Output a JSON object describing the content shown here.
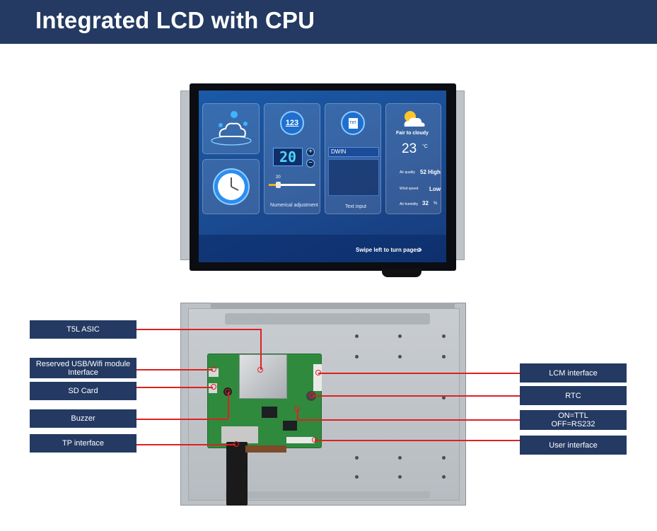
{
  "header": {
    "title": "Integrated LCD with CPU"
  },
  "screen": {
    "numeric_badge": "123",
    "numeric_value": "20",
    "slider_value": "20",
    "numeric_label": "Numerical adjustment",
    "text_badge": "TXT",
    "text_field_value": "DWIN",
    "text_label": "Text input",
    "weather": {
      "condition": "Fair to cloudy",
      "temperature": "23",
      "temp_unit": "°C",
      "air_quality_label": "Air quality",
      "air_quality_value": "52 High",
      "wind_label": "Wind speed",
      "wind_value": "Low",
      "humidity_label": "Air humidity",
      "humidity_value": "32",
      "humidity_unit": "%"
    },
    "swipe_text": "Swipe left to turn pages"
  },
  "callouts_left": [
    "T5L ASIC",
    "Reserved USB/Wifi module Interface",
    "SD Card",
    "Buzzer",
    "TP interface"
  ],
  "callouts_right": [
    "LCM interface",
    "RTC",
    "ON=TTL OFF=RS232",
    "User interface"
  ],
  "colors": {
    "header_bg": "#243a63",
    "label_bg": "#243a63",
    "lead_line": "#e02020",
    "pcb": "#2f8a3e"
  }
}
